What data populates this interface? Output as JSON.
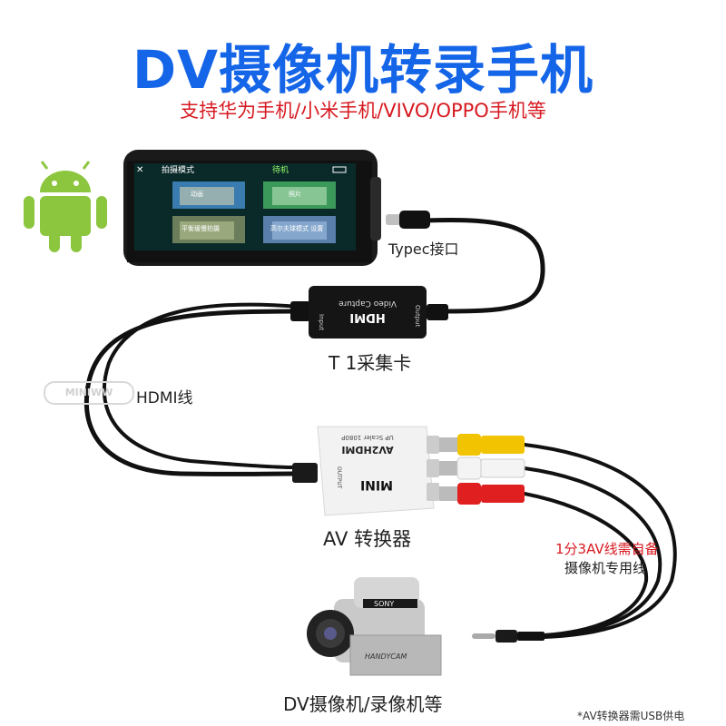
{
  "title": "DV摄像机转录手机",
  "subtitle": "支持华为手机/小米手机/VIVO/OPPO手机等",
  "phone": {
    "top_left": "拍摄模式",
    "top_center": "待机",
    "tiles": [
      "动画",
      "照片",
      "平衡缓慢拍摄",
      "高尔夫球模式 设置"
    ]
  },
  "labels": {
    "typec": "Typec接口",
    "capture_card": "T 1采集卡",
    "hdmi_cable": "HDMI线",
    "av_converter": "AV 转换器",
    "cable_note_red": "1分3AV线需自备",
    "cable_note_black": "摄像机专用线",
    "dv": "DV摄像机/录像机等",
    "footnote": "*AV转换器需USB供电"
  },
  "capture_card": {
    "brand": "HDMI",
    "text": "Video Capture",
    "input": "Input",
    "output": "Output"
  },
  "av_box": {
    "name": "AV2HDMI",
    "sub": "UP Scaler 1080P",
    "brand": "MINI",
    "output": "OUTPUT"
  },
  "camera": {
    "brand": "SONY",
    "model": "HANDYCAM"
  },
  "watermark": "MINIWW",
  "colors": {
    "title": "#1565e8",
    "subtitle": "#d71920",
    "rca_yellow": "#f2c300",
    "rca_white": "#f4f4f4",
    "rca_red": "#e02020"
  }
}
